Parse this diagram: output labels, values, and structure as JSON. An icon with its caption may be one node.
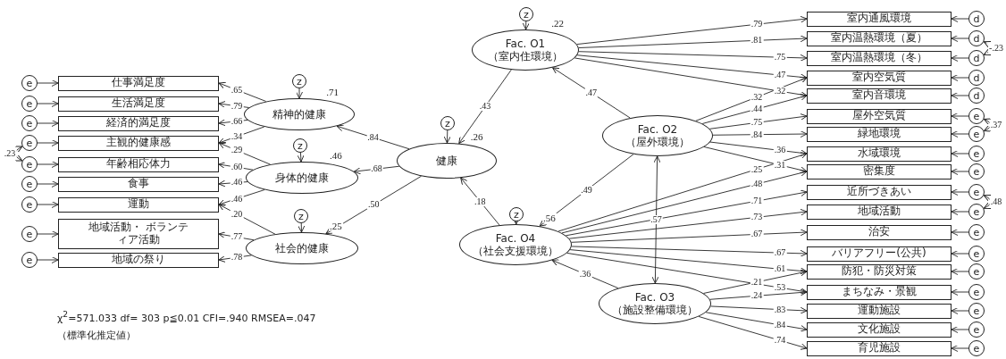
{
  "diagram": {
    "nodes": [
      {
        "text": [
          "仕事満足度"
        ]
      },
      {
        "text": [
          "生活満足度"
        ]
      },
      {
        "text": [
          "経済的満足度"
        ]
      },
      {
        "text": [
          "主観的健康感"
        ]
      },
      {
        "text": [
          "年齢相応体力"
        ]
      },
      {
        "text": [
          "食事"
        ]
      },
      {
        "text": [
          "運動"
        ]
      },
      {
        "text": [
          "地域活動・ ボランティア活動"
        ]
      },
      {
        "text": [
          "地域の祭り"
        ]
      },
      {
        "text": [
          "e"
        ]
      },
      {
        "text": [
          "e"
        ]
      },
      {
        "text": [
          "e"
        ]
      },
      {
        "text": [
          "e"
        ]
      },
      {
        "text": [
          "e"
        ]
      },
      {
        "text": [
          "e"
        ]
      },
      {
        "text": [
          "e"
        ]
      },
      {
        "text": [
          "e"
        ]
      },
      {
        "text": [
          "e"
        ]
      },
      {
        "text": [
          "精神的健康"
        ],
        "beside": [
          ".71"
        ]
      },
      {
        "text": [
          "身体的健康"
        ],
        "beside": [
          ".46"
        ]
      },
      {
        "text": [
          "社会的健康"
        ],
        "beside": [
          ".25"
        ]
      },
      {
        "text": [
          "健康"
        ],
        "beside": [
          ".26"
        ]
      },
      {
        "text": [
          "z"
        ]
      },
      {
        "text": [
          "z"
        ]
      },
      {
        "text": [
          "z"
        ]
      },
      {
        "text": [
          "z"
        ]
      },
      {
        "text": [
          "Fac. O1",
          "（室内住環境）"
        ],
        "beside": [
          ".22"
        ]
      },
      {
        "text": [
          "z"
        ]
      },
      {
        "text": [
          "Fac. O2",
          "（屋外環境）"
        ]
      },
      {
        "text": [
          "Fac. O4",
          "（社会支援環境）"
        ],
        "beside": [
          ".56"
        ]
      },
      {
        "text": [
          "z"
        ]
      },
      {
        "text": [
          "Fac. O3",
          "（施設整備環境）"
        ]
      },
      {
        "text": [
          "室内通風環境"
        ]
      },
      {
        "text": [
          "室内温熱環境（夏）"
        ]
      },
      {
        "text": [
          "室内温熱環境（冬）"
        ]
      },
      {
        "text": [
          "室内空気質"
        ]
      },
      {
        "text": [
          "室内音環境"
        ]
      },
      {
        "text": [
          "屋外空気質"
        ]
      },
      {
        "text": [
          "緑地環境"
        ]
      },
      {
        "text": [
          "水域環境"
        ]
      },
      {
        "text": [
          "密集度"
        ]
      },
      {
        "text": [
          "近所づきあい"
        ]
      },
      {
        "text": [
          "地域活動"
        ]
      },
      {
        "text": [
          "治安"
        ]
      },
      {
        "text": [
          "バリアフリー(公共)"
        ]
      },
      {
        "text": [
          "防犯・防災対策"
        ]
      },
      {
        "text": [
          "まちなみ・景観"
        ]
      },
      {
        "text": [
          "運動施設"
        ]
      },
      {
        "text": [
          "文化施設"
        ]
      },
      {
        "text": [
          "育児施設"
        ]
      },
      {
        "text": [
          "d"
        ]
      },
      {
        "text": [
          "d"
        ]
      },
      {
        "text": [
          "d"
        ]
      },
      {
        "text": [
          "d"
        ]
      },
      {
        "text": [
          "d"
        ]
      },
      {
        "text": [
          "e"
        ]
      },
      {
        "text": [
          "e"
        ]
      },
      {
        "text": [
          "e"
        ]
      },
      {
        "text": [
          "e"
        ]
      },
      {
        "text": [
          "e"
        ]
      },
      {
        "text": [
          "e"
        ]
      },
      {
        "text": [
          "e"
        ]
      },
      {
        "text": [
          "e"
        ]
      },
      {
        "text": [
          "e"
        ]
      },
      {
        "text": [
          "e"
        ]
      },
      {
        "text": [
          "e"
        ]
      },
      {
        "text": [
          "e"
        ]
      },
      {
        "text": [
          "e"
        ]
      }
    ],
    "edges": [
      {
        "from": 9,
        "to": 0,
        "arrow": "to"
      },
      {
        "from": 10,
        "to": 1,
        "arrow": "to"
      },
      {
        "from": 11,
        "to": 2,
        "arrow": "to"
      },
      {
        "from": 12,
        "to": 3,
        "arrow": "to"
      },
      {
        "from": 13,
        "to": 4,
        "arrow": "to"
      },
      {
        "from": 14,
        "to": 5,
        "arrow": "to"
      },
      {
        "from": 15,
        "to": 6,
        "arrow": "to"
      },
      {
        "from": 16,
        "to": 7,
        "arrow": "to"
      },
      {
        "from": 17,
        "to": 8,
        "arrow": "to"
      },
      {
        "from": 12,
        "to": 13,
        "arrow": "both",
        "label": ".23"
      },
      {
        "from": 18,
        "to": 0,
        "arrow": "to",
        "label": ".65"
      },
      {
        "from": 18,
        "to": 1,
        "arrow": "to",
        "label": ".79"
      },
      {
        "from": 18,
        "to": 2,
        "arrow": "to",
        "label": ".66"
      },
      {
        "from": 18,
        "to": 3,
        "arrow": "to",
        "label": ".34"
      },
      {
        "from": 19,
        "to": 3,
        "arrow": "to",
        "label": ".29"
      },
      {
        "from": 19,
        "to": 4,
        "arrow": "to",
        "label": ".60"
      },
      {
        "from": 19,
        "to": 5,
        "arrow": "to",
        "label": ".46"
      },
      {
        "from": 19,
        "to": 6,
        "arrow": "to",
        "label": ".46"
      },
      {
        "from": 20,
        "to": 6,
        "arrow": "to",
        "label": ".20"
      },
      {
        "from": 20,
        "to": 7,
        "arrow": "to",
        "label": ".77"
      },
      {
        "from": 20,
        "to": 8,
        "arrow": "to",
        "label": ".78"
      },
      {
        "from": 22,
        "to": 18,
        "arrow": "to"
      },
      {
        "from": 23,
        "to": 19,
        "arrow": "to"
      },
      {
        "from": 24,
        "to": 20,
        "arrow": "to"
      },
      {
        "from": 25,
        "to": 21,
        "arrow": "to"
      },
      {
        "from": 27,
        "to": 26,
        "arrow": "to"
      },
      {
        "from": 30,
        "to": 29,
        "arrow": "to"
      },
      {
        "from": 21,
        "to": 18,
        "arrow": "to",
        "label": ".84"
      },
      {
        "from": 21,
        "to": 19,
        "arrow": "to",
        "label": ".68"
      },
      {
        "from": 21,
        "to": 20,
        "arrow": "to",
        "label": ".50"
      },
      {
        "from": 26,
        "to": 21,
        "arrow": "to",
        "label": ".43"
      },
      {
        "from": 29,
        "to": 21,
        "arrow": "to",
        "label": ".18"
      },
      {
        "from": 28,
        "to": 26,
        "arrow": "to",
        "label": ".47"
      },
      {
        "from": 28,
        "to": 29,
        "arrow": "to",
        "label": ".49"
      },
      {
        "from": 31,
        "to": 29,
        "arrow": "to",
        "label": ".36"
      },
      {
        "from": 28,
        "to": 31,
        "arrow": "both",
        "label": ".57"
      },
      {
        "from": 26,
        "to": 32,
        "arrow": "to",
        "label": ".79"
      },
      {
        "from": 26,
        "to": 33,
        "arrow": "to",
        "label": ".81"
      },
      {
        "from": 26,
        "to": 34,
        "arrow": "to",
        "label": ".75"
      },
      {
        "from": 26,
        "to": 35,
        "arrow": "to",
        "label": ".47"
      },
      {
        "from": 26,
        "to": 36,
        "arrow": "to",
        "label": ".32"
      },
      {
        "from": 28,
        "to": 35,
        "arrow": "to",
        "label": ".32"
      },
      {
        "from": 28,
        "to": 36,
        "arrow": "to",
        "label": ".44"
      },
      {
        "from": 28,
        "to": 37,
        "arrow": "to",
        "label": ".75"
      },
      {
        "from": 28,
        "to": 38,
        "arrow": "to",
        "label": ".84"
      },
      {
        "from": 28,
        "to": 39,
        "arrow": "to",
        "label": ".36"
      },
      {
        "from": 28,
        "to": 40,
        "arrow": "to",
        "label": ".31"
      },
      {
        "from": 29,
        "to": 39,
        "arrow": "to",
        "label": ".25"
      },
      {
        "from": 29,
        "to": 40,
        "arrow": "to",
        "label": ".48"
      },
      {
        "from": 29,
        "to": 41,
        "arrow": "to",
        "label": ".71"
      },
      {
        "from": 29,
        "to": 42,
        "arrow": "to",
        "label": ".73"
      },
      {
        "from": 29,
        "to": 43,
        "arrow": "to",
        "label": ".67"
      },
      {
        "from": 29,
        "to": 44,
        "arrow": "to",
        "label": ".67"
      },
      {
        "from": 29,
        "to": 45,
        "arrow": "to",
        "label": ".61"
      },
      {
        "from": 29,
        "to": 46,
        "arrow": "to",
        "label": ".53"
      },
      {
        "from": 31,
        "to": 45,
        "arrow": "to",
        "label": ".21"
      },
      {
        "from": 31,
        "to": 46,
        "arrow": "to",
        "label": ".24"
      },
      {
        "from": 31,
        "to": 47,
        "arrow": "to",
        "label": ".83"
      },
      {
        "from": 31,
        "to": 48,
        "arrow": "to",
        "label": ".84"
      },
      {
        "from": 31,
        "to": 49,
        "arrow": "to",
        "label": ".74"
      },
      {
        "from": 50,
        "to": 32,
        "arrow": "to"
      },
      {
        "from": 51,
        "to": 33,
        "arrow": "to"
      },
      {
        "from": 52,
        "to": 34,
        "arrow": "to"
      },
      {
        "from": 53,
        "to": 35,
        "arrow": "to"
      },
      {
        "from": 54,
        "to": 36,
        "arrow": "to"
      },
      {
        "from": 55,
        "to": 37,
        "arrow": "to"
      },
      {
        "from": 56,
        "to": 38,
        "arrow": "to"
      },
      {
        "from": 57,
        "to": 39,
        "arrow": "to"
      },
      {
        "from": 58,
        "to": 40,
        "arrow": "to"
      },
      {
        "from": 59,
        "to": 41,
        "arrow": "to"
      },
      {
        "from": 60,
        "to": 42,
        "arrow": "to"
      },
      {
        "from": 61,
        "to": 43,
        "arrow": "to"
      },
      {
        "from": 62,
        "to": 44,
        "arrow": "to"
      },
      {
        "from": 63,
        "to": 45,
        "arrow": "to"
      },
      {
        "from": 64,
        "to": 46,
        "arrow": "to"
      },
      {
        "from": 65,
        "to": 47,
        "arrow": "to"
      },
      {
        "from": 66,
        "to": 48,
        "arrow": "to"
      },
      {
        "from": 67,
        "to": 49,
        "arrow": "to"
      },
      {
        "from": 51,
        "to": 52,
        "arrow": "both",
        "label": "-.23",
        "style": "dashed"
      },
      {
        "from": 55,
        "to": 56,
        "arrow": "both",
        "label": ".37"
      },
      {
        "from": 59,
        "to": 60,
        "arrow": "both",
        "label": ".48"
      }
    ],
    "labels": [
      "χ$^{2}$=571.033  df= 303  p≦0.01  CFI=.940  RMSEA=.047",
      "（標準化推定値）"
    ]
  }
}
